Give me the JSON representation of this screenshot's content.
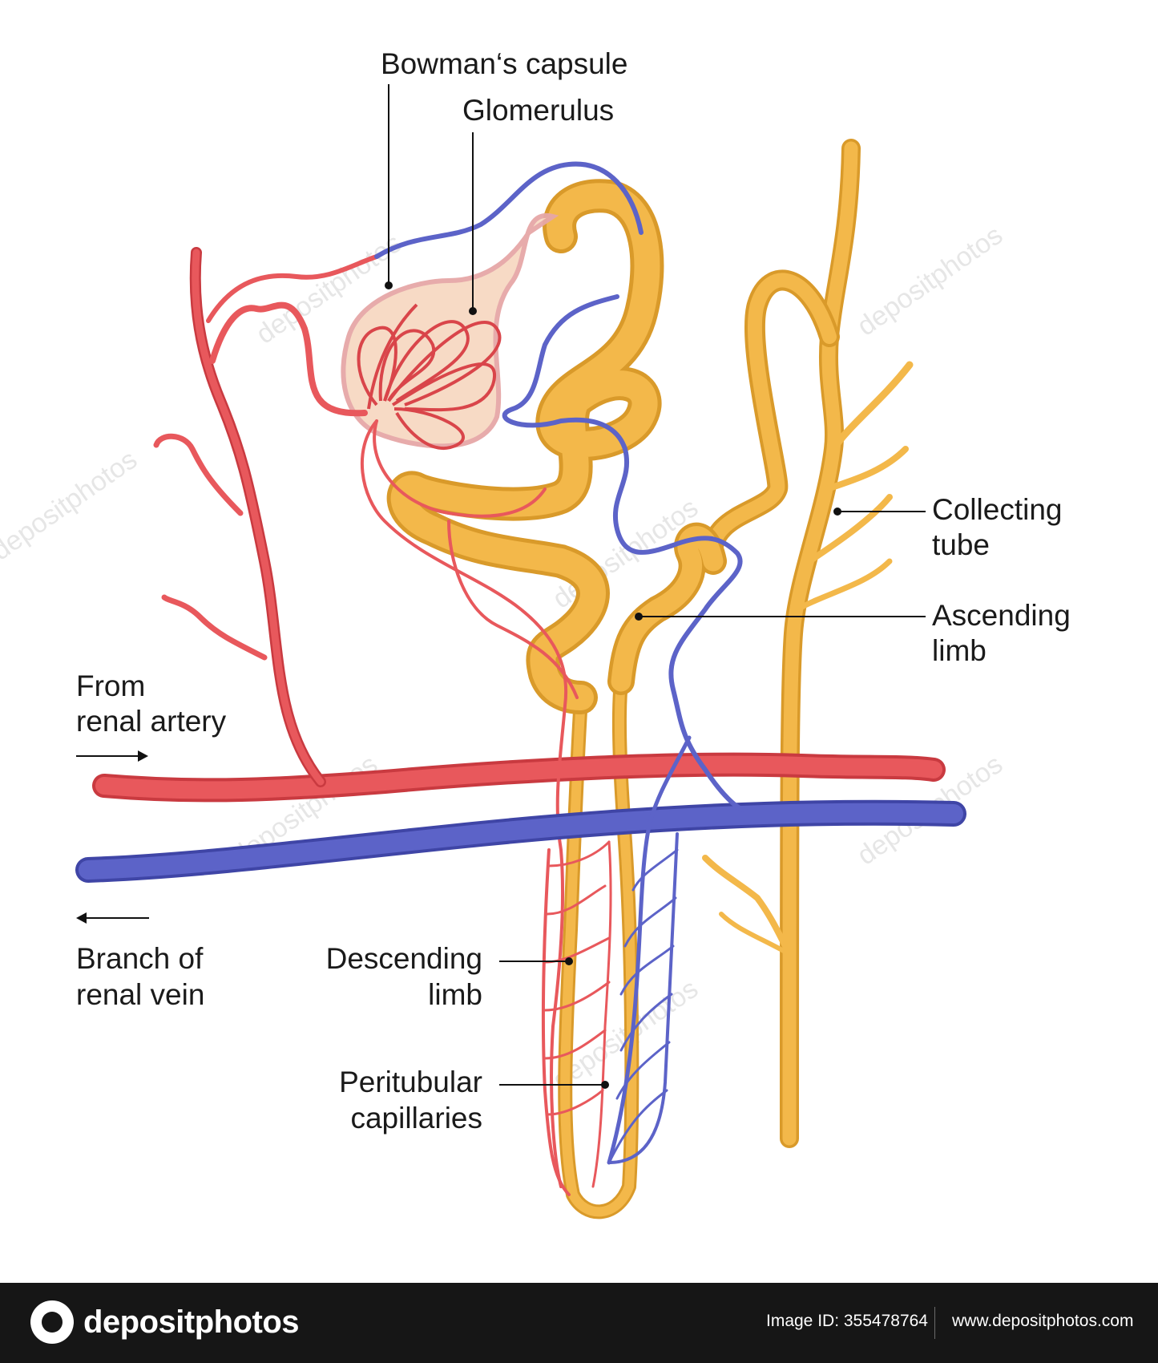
{
  "labels": {
    "bowmans_capsule": "Bowman‘s capsule",
    "glomerulus": "Glomerulus",
    "collecting_tube": [
      "Collecting",
      "tube"
    ],
    "ascending_limb": [
      "Ascending",
      "limb"
    ],
    "from_renal_artery": [
      "From",
      "renal artery"
    ],
    "branch_of_renal_vein": [
      "Branch of",
      "renal vein"
    ],
    "descending_limb": [
      "Descending",
      "limb"
    ],
    "peritubular_capillaries": [
      "Peritubular",
      "capillaries"
    ]
  },
  "watermark": "depositphotos",
  "footer": {
    "logo_text": "depositphotos",
    "image_id": "Image ID: 355478764",
    "website": "www.depositphotos.com"
  },
  "colors": {
    "artery": "#e8585c",
    "artery_dark": "#c93a40",
    "vein": "#5c63c8",
    "vein_dark": "#3f45a6",
    "tubule": "#f3b84a",
    "tubule_dark": "#d99a2a",
    "capsule": "#f2c9a8"
  }
}
